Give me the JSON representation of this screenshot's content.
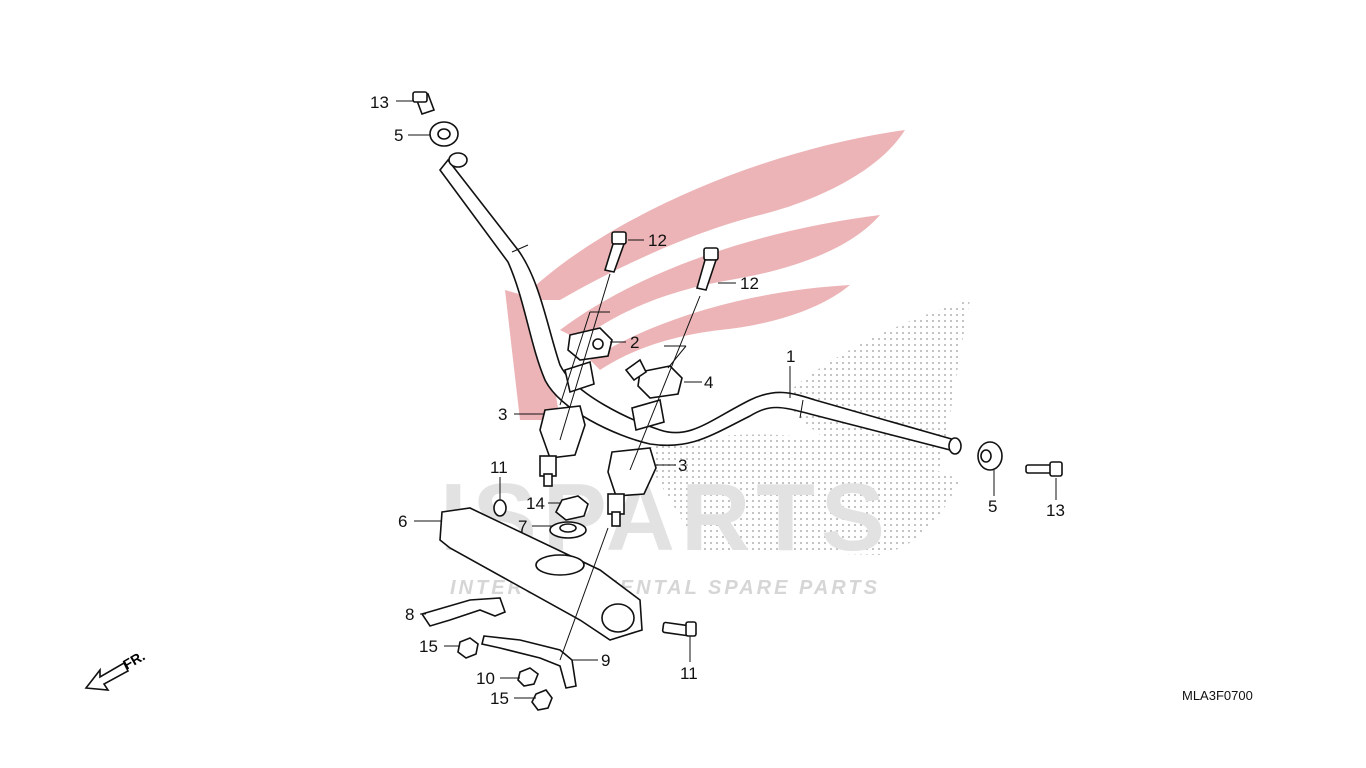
{
  "watermark": {
    "brand": "ISPARTS",
    "tagline": "INTERCONTINENTAL SPARE PARTS",
    "colors": {
      "wing": "#e9a7aa",
      "text": "#d9d9d9",
      "dots": "#bdbdbd"
    }
  },
  "diagram_code": "MLA3F0700",
  "front_arrow": "FR.",
  "callouts": [
    {
      "id": "c13a",
      "label": "13"
    },
    {
      "id": "c5a",
      "label": "5"
    },
    {
      "id": "c12a",
      "label": "12"
    },
    {
      "id": "c12b",
      "label": "12"
    },
    {
      "id": "c1",
      "label": "1"
    },
    {
      "id": "c2",
      "label": "2"
    },
    {
      "id": "c4",
      "label": "4"
    },
    {
      "id": "c3a",
      "label": "3"
    },
    {
      "id": "c3b",
      "label": "3"
    },
    {
      "id": "c11a",
      "label": "11"
    },
    {
      "id": "c14",
      "label": "14"
    },
    {
      "id": "c7",
      "label": "7"
    },
    {
      "id": "c6",
      "label": "6"
    },
    {
      "id": "c5b",
      "label": "5"
    },
    {
      "id": "c13b",
      "label": "13"
    },
    {
      "id": "c8",
      "label": "8"
    },
    {
      "id": "c15a",
      "label": "15"
    },
    {
      "id": "c9",
      "label": "9"
    },
    {
      "id": "c10",
      "label": "10"
    },
    {
      "id": "c15b",
      "label": "15"
    },
    {
      "id": "c11b",
      "label": "11"
    }
  ]
}
